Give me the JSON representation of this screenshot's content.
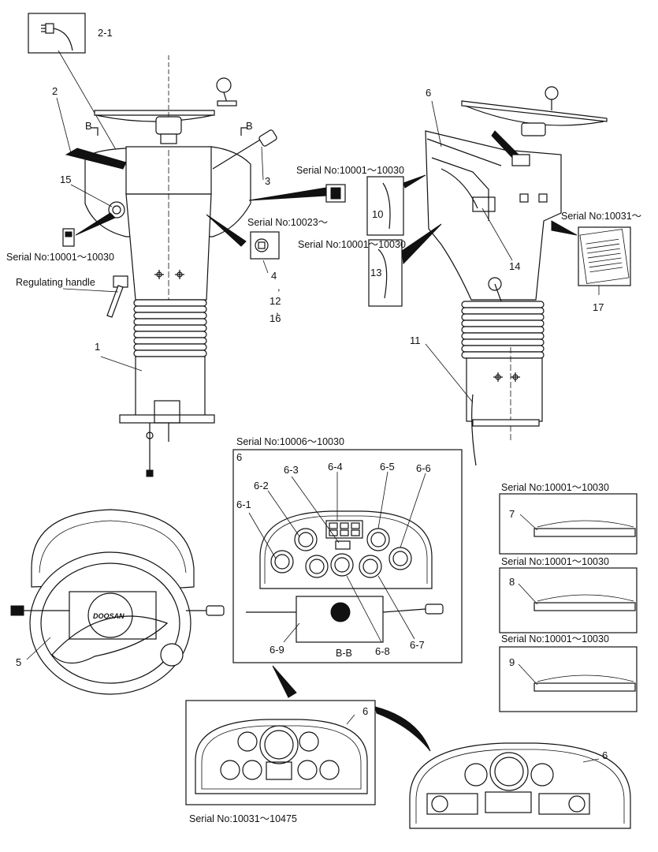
{
  "callouts": {
    "c2_1": "2-1",
    "c2": "2",
    "c3": "3",
    "c15": "15",
    "c1": "1",
    "c4": "4",
    "c4_sep1": ",",
    "c12": "12",
    "c12_sep": ",",
    "c16": "16",
    "c6_top": "6",
    "c10": "10",
    "c13": "13",
    "c14": "14",
    "c17": "17",
    "c11": "11",
    "c5": "5",
    "c6_bb": "6",
    "c6_1": "6-1",
    "c6_2": "6-2",
    "c6_3": "6-3",
    "c6_4": "6-4",
    "c6_5": "6-5",
    "c6_6": "6-6",
    "c6_7": "6-7",
    "c6_8": "6-8",
    "c6_9": "6-9",
    "c7": "7",
    "c8": "8",
    "c9": "9",
    "c6_lower1": "6",
    "c6_lower2": "6"
  },
  "section_marks": {
    "b_left": "B",
    "b_right": "B"
  },
  "labels": {
    "regulating_handle": "Regulating handle",
    "section_bb": "B-B",
    "brand": "DOOSAN"
  },
  "serial_notes": {
    "s_left_switch": "Serial No:10001～10030",
    "s_key": "Serial No:10023～",
    "s_cable_10": "Serial No:10001～10030",
    "s_cable_13": "Serial No:10001～10030",
    "s_plate_17": "Serial No:10031～",
    "s_panel_bb": "Serial No:10006～10030",
    "s_part_7": "Serial No:10001～10030",
    "s_part_8": "Serial No:10001～10030",
    "s_part_9": "Serial No:10001～10030",
    "s_panel_lower": "Serial No:10031～10475"
  }
}
